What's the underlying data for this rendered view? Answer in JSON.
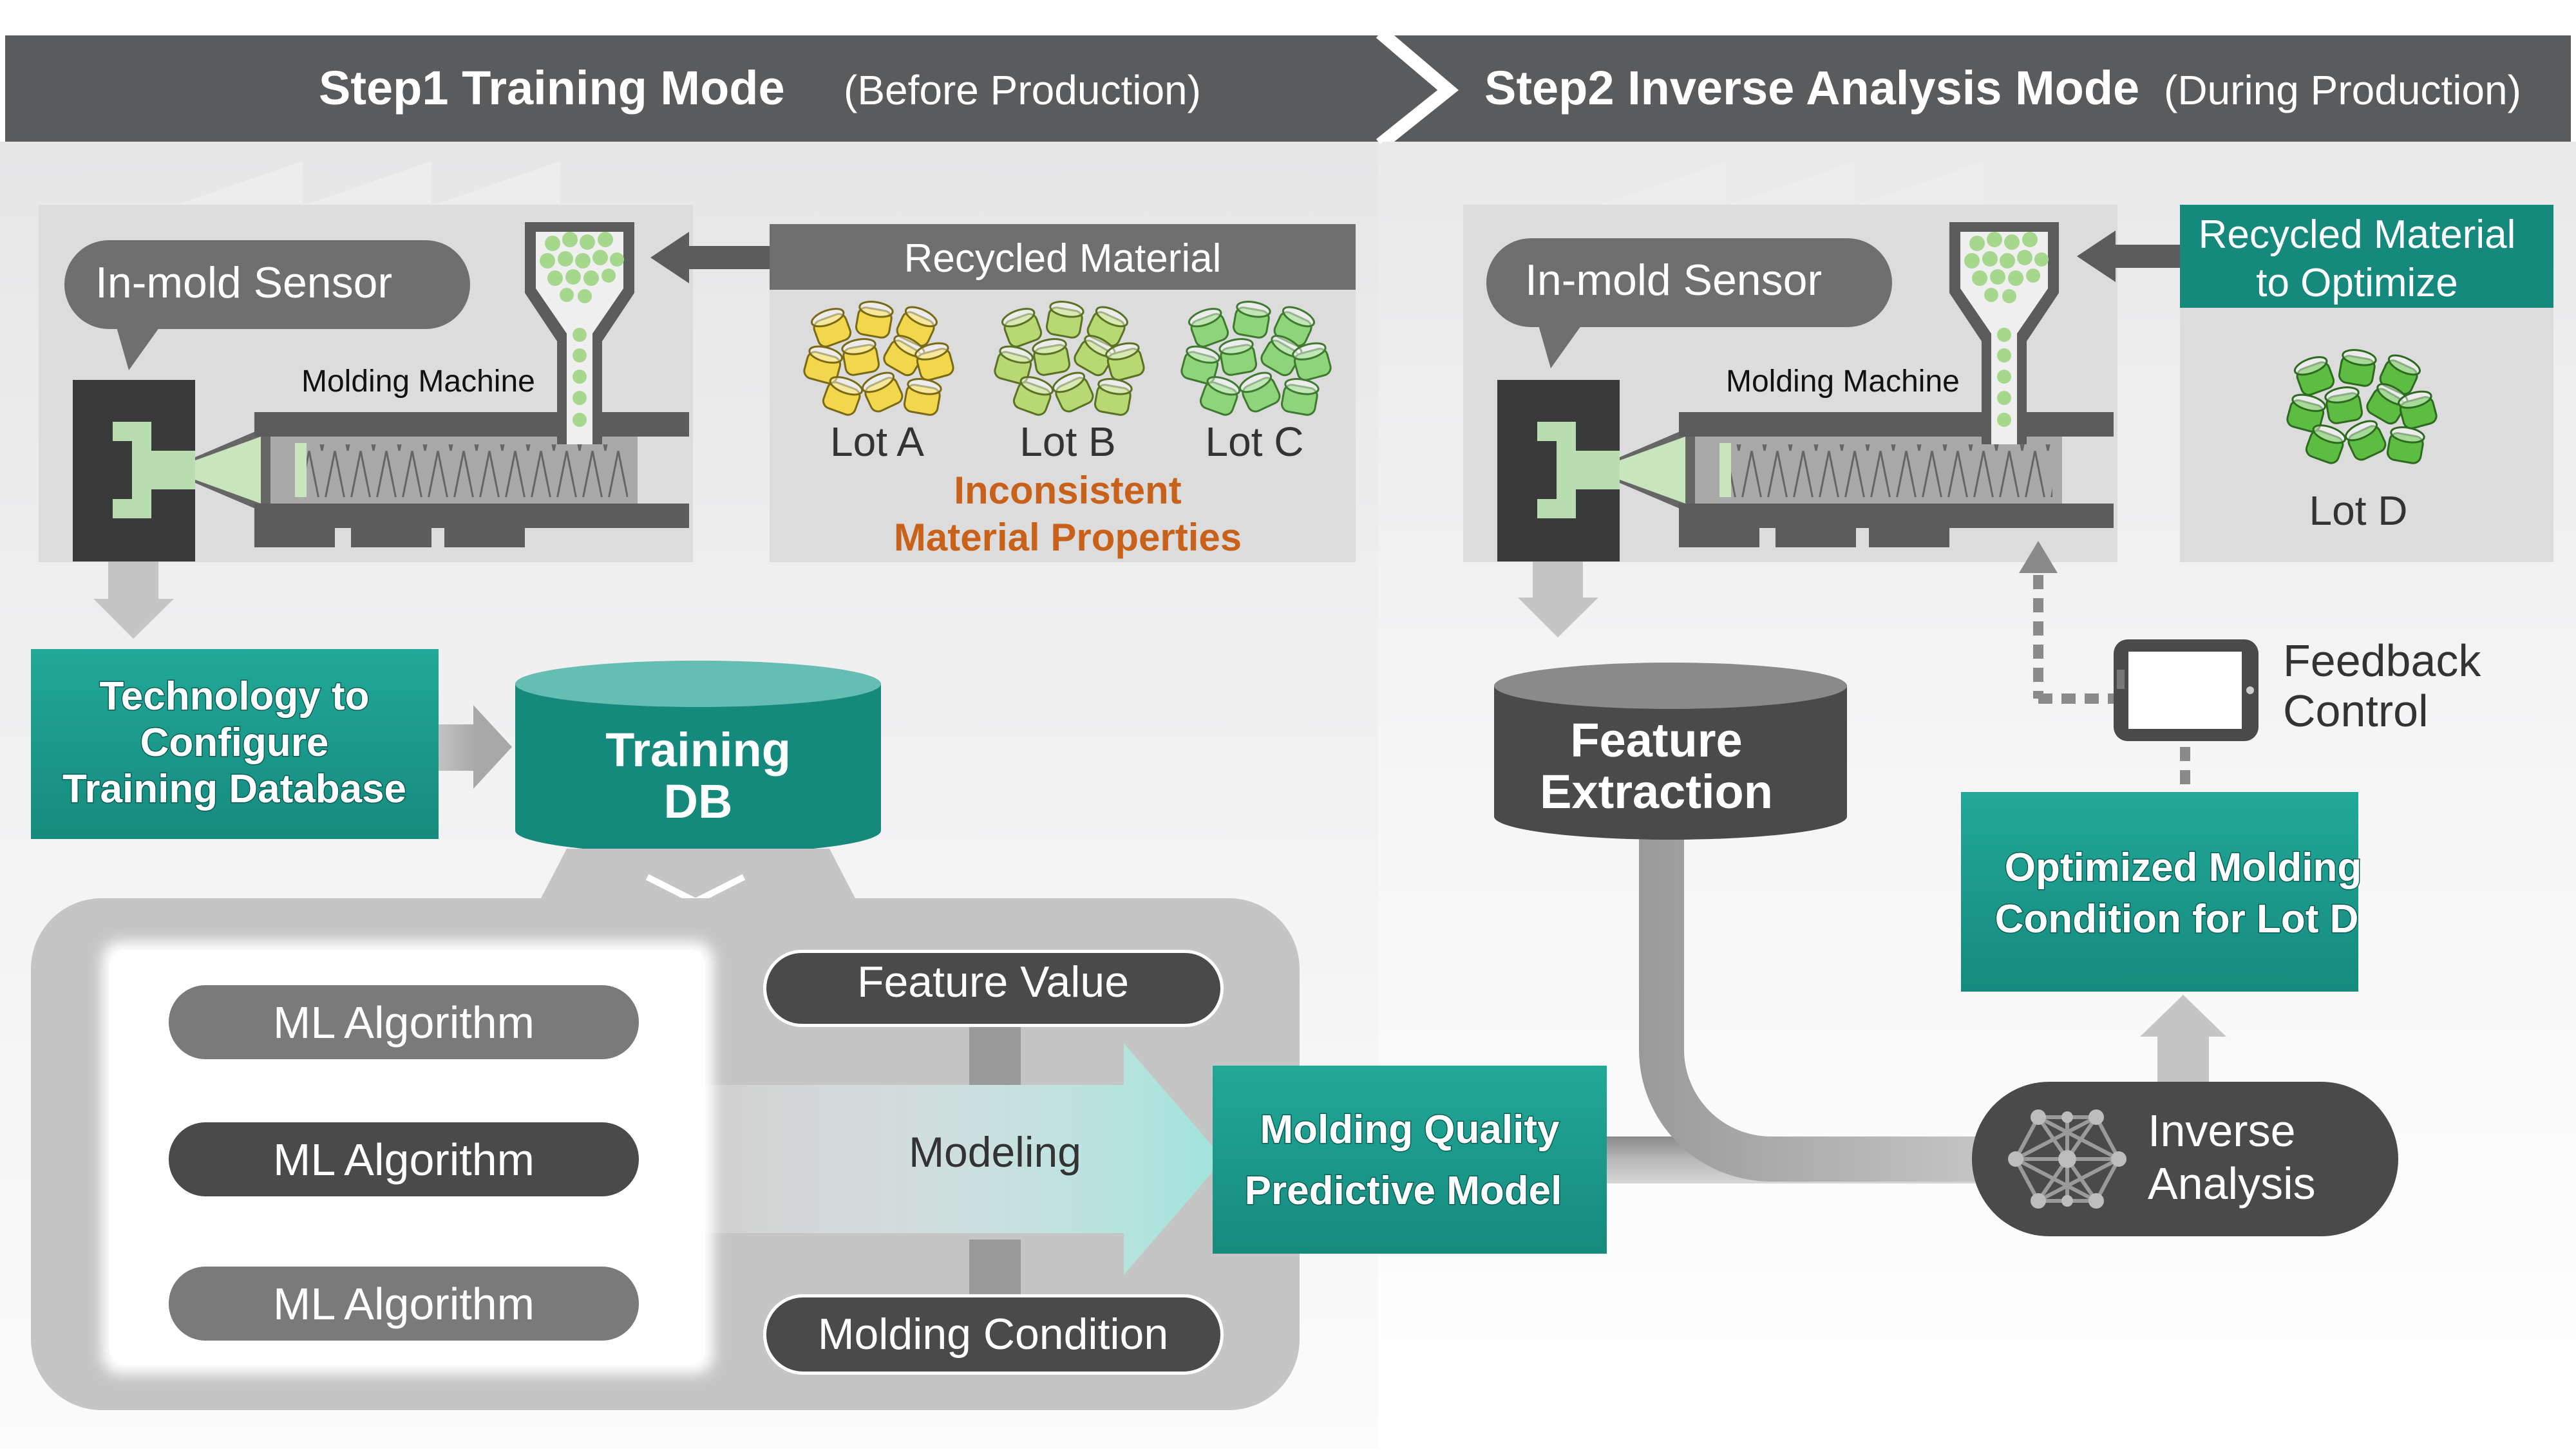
{
  "header": {
    "step1_title": "Step1  Training Mode",
    "step1_sub": "(Before Production)",
    "step2_title": "Step2  Inverse Analysis Mode",
    "step2_sub": "(During Production)"
  },
  "step1": {
    "sensor_label": "In-mold  Sensor",
    "machine_label": "Molding Machine",
    "material_title": "Recycled Material",
    "lots": [
      "Lot A",
      "Lot B",
      "Lot C"
    ],
    "warning_line1": "Inconsistent",
    "warning_line2": "Material Properties",
    "tech_box_lines": [
      "Technology to",
      "Configure",
      "Training Database"
    ],
    "db_lines": [
      "Training",
      "DB"
    ],
    "ml_algorithms": [
      "ML Algorithm",
      "ML Algorithm",
      "ML Algorithm"
    ],
    "feature_value": "Feature Value",
    "molding_condition": "Molding Condition",
    "modeling": "Modeling",
    "model_lines": [
      "Molding Quality",
      "Predictive Model"
    ]
  },
  "step2": {
    "sensor_label": "In-mold  Sensor",
    "machine_label": "Molding Machine",
    "material_title_lines": [
      "Recycled Material",
      "to Optimize"
    ],
    "lot": "Lot D",
    "feedback_lines": [
      "Feedback",
      "Control"
    ],
    "feature_extraction_lines": [
      "Feature",
      "Extraction"
    ],
    "optimized_lines": [
      "Optimized Molding",
      "Condition for Lot D"
    ],
    "inverse_lines": [
      "Inverse",
      "Analysis"
    ]
  },
  "colors": {
    "header_bg": "#58595b",
    "teal": "#1b9a8c",
    "teal_dark": "#0f7e73",
    "dark_gray": "#4a4a4a",
    "warning_orange": "#c8621a",
    "pellet_yellow": "#f2d64b",
    "pellet_lightgreen": "#a9d46a",
    "pellet_green": "#74c95e",
    "pellet_darkgreen": "#5aba3e"
  },
  "icons": [
    "sensor-tag-icon",
    "hopper-icon",
    "network-icon",
    "tablet-icon"
  ]
}
